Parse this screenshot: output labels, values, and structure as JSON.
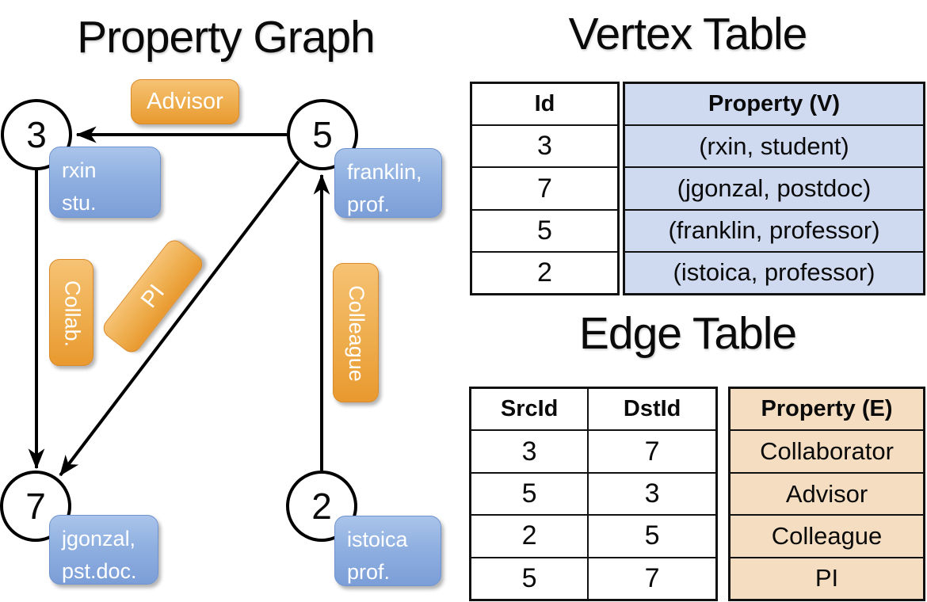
{
  "graph": {
    "title": "Property Graph",
    "vertices": [
      {
        "id": "3",
        "label_line1": "rxin",
        "label_line2": "stu."
      },
      {
        "id": "5",
        "label_line1": "franklin,",
        "label_line2": "prof."
      },
      {
        "id": "7",
        "label_line1": "jgonzal,",
        "label_line2": "pst.doc."
      },
      {
        "id": "2",
        "label_line1": "istoica",
        "label_line2": "prof."
      }
    ],
    "edge_labels": {
      "advisor": "Advisor",
      "collab": "Collab.",
      "pi": "PI",
      "colleague": "Colleague"
    }
  },
  "vertex_table": {
    "title": "Vertex Table",
    "columns": {
      "id": "Id",
      "property": "Property (V)"
    },
    "rows": [
      {
        "id": "3",
        "property": "(rxin, student)"
      },
      {
        "id": "7",
        "property": "(jgonzal, postdoc)"
      },
      {
        "id": "5",
        "property": "(franklin, professor)"
      },
      {
        "id": "2",
        "property": "(istoica, professor)"
      }
    ]
  },
  "edge_table": {
    "title": "Edge Table",
    "columns": {
      "src": "SrcId",
      "dst": "DstId",
      "property": "Property (E)"
    },
    "rows": [
      {
        "src": "3",
        "dst": "7",
        "property": "Collaborator"
      },
      {
        "src": "5",
        "dst": "3",
        "property": "Advisor"
      },
      {
        "src": "2",
        "dst": "5",
        "property": "Colleague"
      },
      {
        "src": "5",
        "dst": "7",
        "property": "PI"
      }
    ]
  },
  "colors": {
    "vertex_property_fill": "#cfdaf0",
    "edge_property_fill": "#f4ddc1",
    "edge_label_box_top": "#f6c274",
    "edge_label_box_bottom": "#e9992f",
    "vertex_label_box_top": "#aac4eb",
    "vertex_label_box_bottom": "#7c9ed8",
    "line_color": "#000000",
    "text_on_boxes": "#ffffff"
  }
}
